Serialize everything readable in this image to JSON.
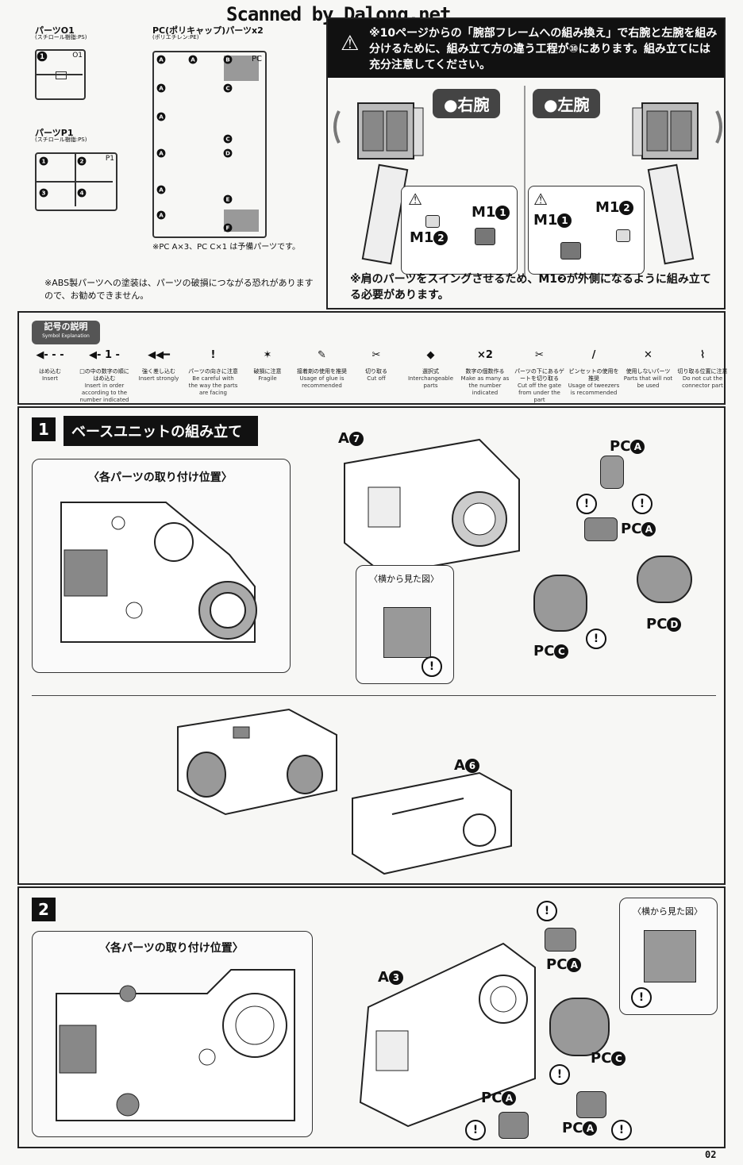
{
  "watermark": "Scanned by Dalong.net",
  "parts_o1": {
    "title": "パーツO1",
    "sub": "(スチロール樹脂:PS)",
    "gate1": "1",
    "runner": "O1"
  },
  "parts_p1": {
    "title": "パーツP1",
    "sub": "(スチロール樹脂:PS)",
    "runner": "P1",
    "gates": [
      "1",
      "2",
      "3",
      "4"
    ]
  },
  "parts_pc": {
    "title": "PC(ポリキャップ)パーツx2",
    "sub": "(ポリエチレン:PE)",
    "runner": "PC",
    "letters": [
      "A",
      "A",
      "B",
      "A",
      "C",
      "A",
      "C",
      "A",
      "D",
      "A",
      "E",
      "A",
      "F"
    ],
    "note": "※PC A×3、PC C×1 は予備パーツです。"
  },
  "abs_note": "※ABS製パーツへの塗装は、パーツの破損につながる恐れがありますので、お勧めできません。",
  "top_notice": "※10ページからの「腕部フレームへの組み換え」で右腕と左腕を組み分けるために、組み立て方の違う工程が⑩にあります。組み立てには充分注意してください。",
  "arms": {
    "right": "●右腕",
    "left": "●左腕",
    "m1_1": "M1",
    "m1_2": "M1",
    "n1": "1",
    "n2": "2"
  },
  "swing_note": "※肩のパーツをスイングさせるため、M1❷が外側になるように組み立てる必要があります。",
  "symbols": {
    "title": "記号の説明",
    "subtitle": "Symbol Explanation",
    "items": [
      {
        "ja": "はめ込む",
        "en": "Insert",
        "glyph": "◀- - -"
      },
      {
        "ja": "□の中の数字の順にはめ込む",
        "en": "Insert in order according to the number indicated",
        "glyph": "◀- 1 -"
      },
      {
        "ja": "強く差し込む",
        "en": "Insert strongly",
        "glyph": "◀◀━"
      },
      {
        "ja": "パーツの向きに注意",
        "en": "Be careful with the way the parts are facing",
        "glyph": "!"
      },
      {
        "ja": "破損に注意",
        "en": "Fragile",
        "glyph": "✶"
      },
      {
        "ja": "接着剤の使用を推奨",
        "en": "Usage of glue is recommended",
        "glyph": "✎"
      },
      {
        "ja": "切り取る",
        "en": "Cut off",
        "glyph": "✂"
      },
      {
        "ja": "選択式",
        "en": "Interchangeable parts",
        "glyph": "◆"
      },
      {
        "ja": "数字の個数作る",
        "en": "Make as many as the number indicated",
        "glyph": "×2"
      },
      {
        "ja": "パーツの下にあるゲートを切り取る",
        "en": "Cut off the gate from under the part",
        "glyph": "✂"
      },
      {
        "ja": "ピンセットの使用を推奨",
        "en": "Usage of tweezers is recommended",
        "glyph": "/"
      },
      {
        "ja": "使用しないパーツ",
        "en": "Parts that will not be used",
        "glyph": "✕"
      },
      {
        "ja": "切り取る位置に注意",
        "en": "Do not cut the connector part",
        "glyph": "⌇"
      }
    ]
  },
  "step1": {
    "num": "1",
    "title": "ベースユニットの組み立て",
    "position_label": "〈各パーツの取り付け位置〉",
    "side_view": "〈横から見た図〉",
    "labels": {
      "a7": "A",
      "a7n": "7",
      "pca1": "PC",
      "pca1n": "A",
      "pca2": "PC",
      "pca2n": "A",
      "pcd": "PC",
      "pcdn": "D",
      "pcc": "PC",
      "pccn": "C",
      "a6": "A",
      "a6n": "6"
    }
  },
  "step2": {
    "num": "2",
    "position_label": "〈各パーツの取り付け位置〉",
    "side_view": "〈横から見た図〉",
    "labels": {
      "a3": "A",
      "a3n": "3",
      "pca1": "PC",
      "pca1n": "A",
      "pcc": "PC",
      "pccn": "C",
      "pca2": "PC",
      "pca2n": "A",
      "pca3": "PC",
      "pca3n": "A"
    }
  },
  "page_number": "02"
}
